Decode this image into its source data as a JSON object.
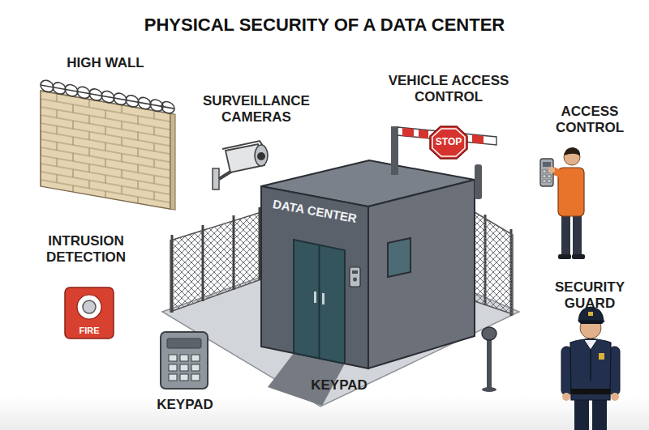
{
  "diagram": {
    "title": "PHYSICAL SECURITY OF A DATA CENTER",
    "nodes": [
      {
        "text": [
          "STOP"
        ]
      },
      {
        "text": [
          "DATA CENTER"
        ]
      },
      {
        "text": [
          "FIRE"
        ]
      }
    ],
    "labels": [
      "HIGH WALL",
      "VEHICLE ACCESS CONTROL",
      "SURVEILLANCE CAMERAS",
      "ACCESS CONTROL",
      "INTRUSION DETECTION",
      "SECURITY GUARD",
      "KEYPAD",
      "KEYPAD"
    ]
  }
}
